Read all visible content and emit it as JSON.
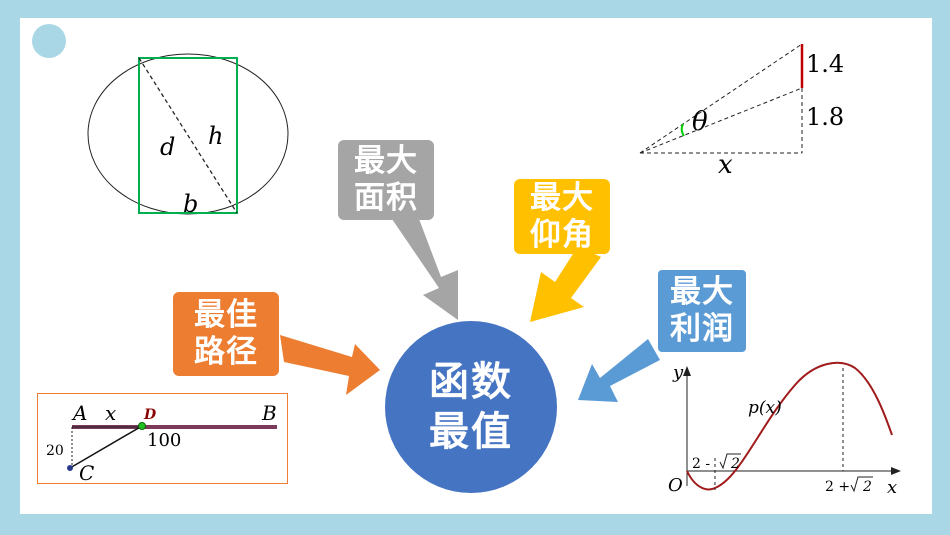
{
  "center": {
    "label": "函数\n最值"
  },
  "boxes": {
    "area": {
      "label": "最大\n面积",
      "color": "#a5a5a5"
    },
    "angle": {
      "label": "最大\n仰角",
      "color": "#ffc000"
    },
    "path": {
      "label": "最佳\n路径",
      "color": "#ed7d31"
    },
    "profit": {
      "label": "最大\n利润",
      "color": "#5b9bd5"
    }
  },
  "fig_ellipse": {
    "d": "d",
    "h": "h",
    "b": "b"
  },
  "fig_angle": {
    "top": "1.4",
    "mid": "1.8",
    "theta": "θ",
    "x": "x"
  },
  "fig_path": {
    "A": "A",
    "x": "x",
    "D": "D",
    "B": "B",
    "n20": "20",
    "n100": "100",
    "C": "C"
  },
  "fig_graph": {
    "y": "y",
    "p": "p(x)",
    "low": "2 -",
    "r1": "2",
    "O": "O",
    "high": "2 +",
    "r2": "2",
    "x": "x"
  }
}
